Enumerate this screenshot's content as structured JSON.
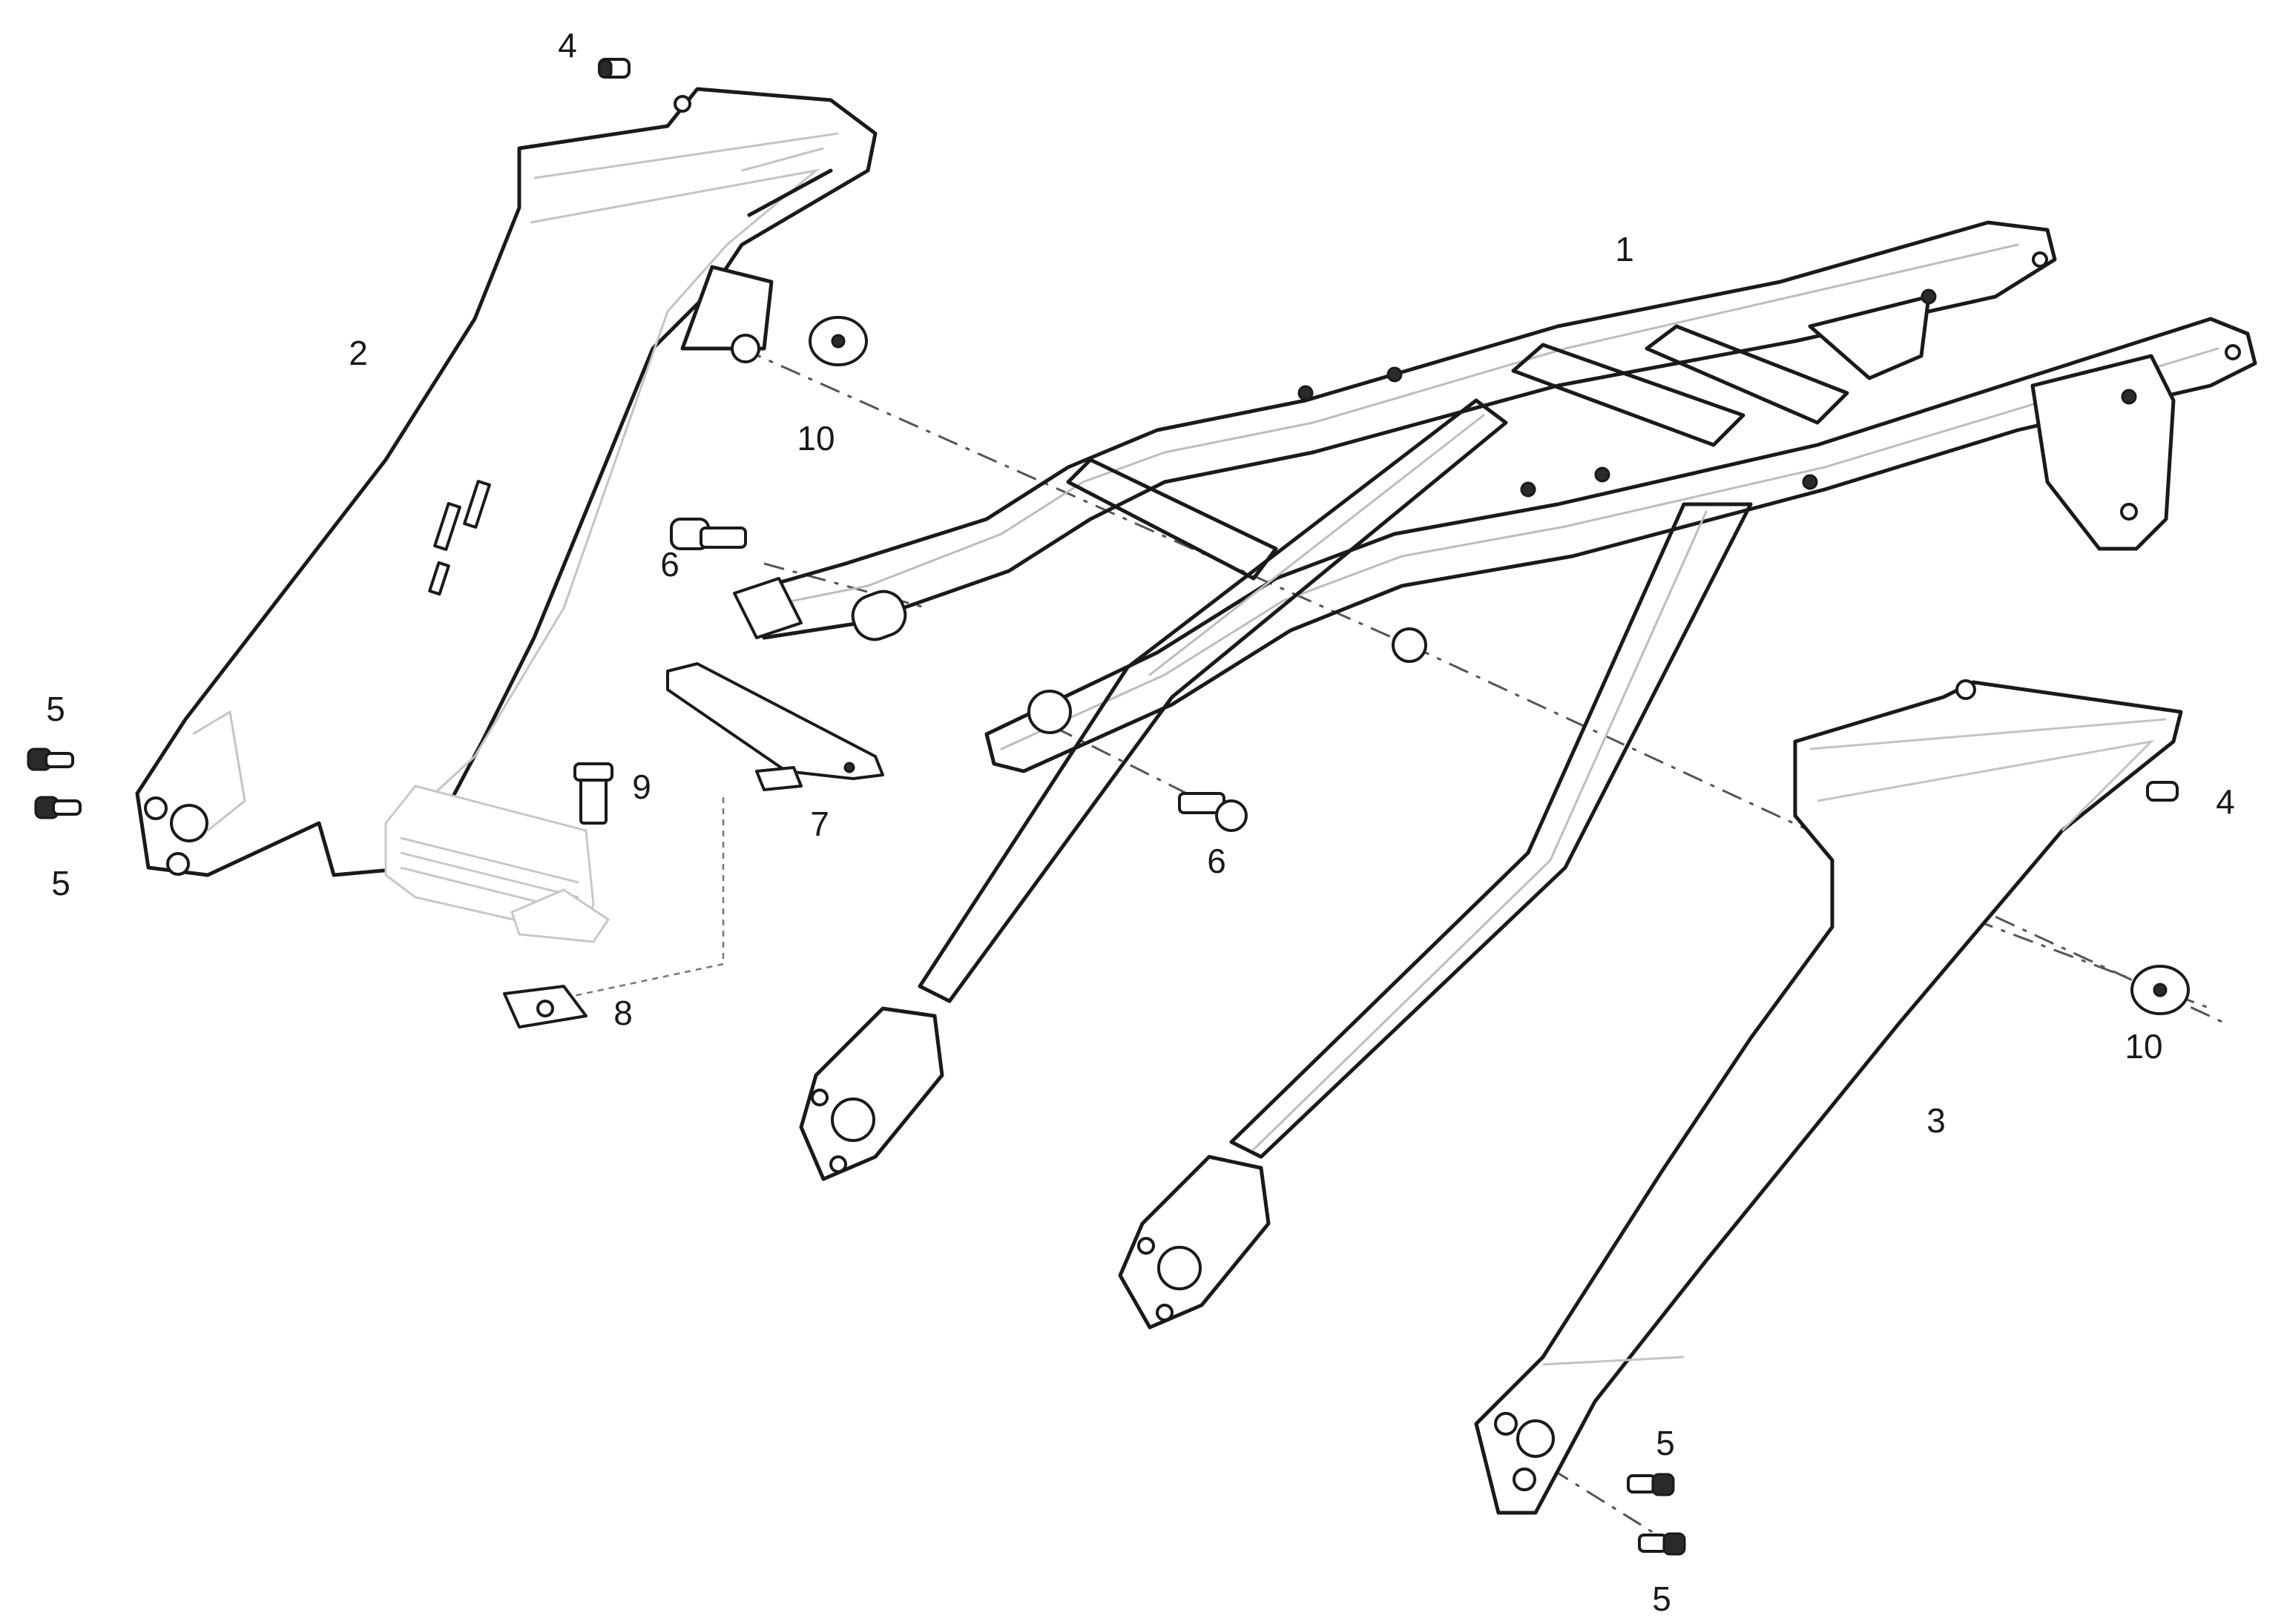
{
  "diagram": {
    "callouts": [
      {
        "id": "c1",
        "label": "1"
      },
      {
        "id": "c2",
        "label": "2"
      },
      {
        "id": "c3",
        "label": "3"
      },
      {
        "id": "c4a",
        "label": "4"
      },
      {
        "id": "c4b",
        "label": "4"
      },
      {
        "id": "c5a",
        "label": "5"
      },
      {
        "id": "c5b",
        "label": "5"
      },
      {
        "id": "c5c",
        "label": "5"
      },
      {
        "id": "c5d",
        "label": "5"
      },
      {
        "id": "c6a",
        "label": "6"
      },
      {
        "id": "c6b",
        "label": "6"
      },
      {
        "id": "c7",
        "label": "7"
      },
      {
        "id": "c8",
        "label": "8"
      },
      {
        "id": "c9",
        "label": "9"
      },
      {
        "id": "c10a",
        "label": "10"
      },
      {
        "id": "c10b",
        "label": "10"
      }
    ]
  }
}
